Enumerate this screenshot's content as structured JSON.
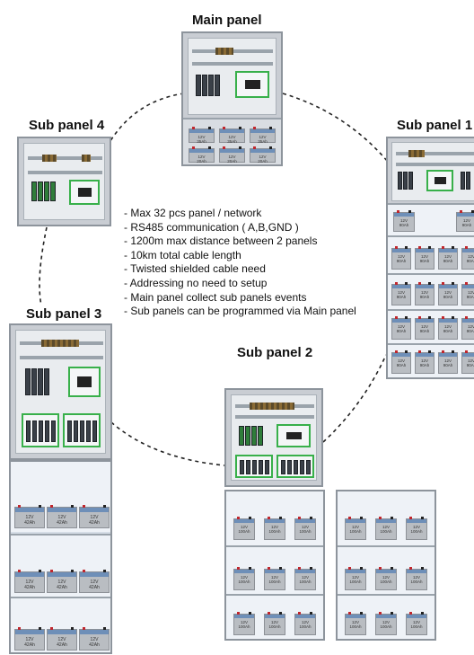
{
  "titles": {
    "main": "Main panel",
    "sub1": "Sub panel 1",
    "sub2": "Sub panel 2",
    "sub3": "Sub panel 3",
    "sub4": "Sub panel 4"
  },
  "features": [
    "- Max 32 pcs panel / network",
    "- RS485 communication ( A,B,GND )",
    "- 1200m max distance between 2 panels",
    "- 10km total cable length",
    "- Twisted shielded cable need",
    "- Addressing no need to setup",
    "- Main panel collect sub panels events",
    "- Sub panels can be programmed via Main panel"
  ],
  "batteries": {
    "main_top": [
      "12V\n35Ah",
      "12V\n35Ah",
      "12V\n35Ah"
    ],
    "main_bottom": [
      "12V\n20Ah",
      "12V\n20Ah",
      "12V\n20Ah"
    ],
    "sub3": [
      "12V\n42Ah",
      "12V\n42Ah",
      "12V\n42Ah"
    ],
    "sub2": [
      "12V\n100Ah",
      "12V\n100Ah",
      "12V\n100Ah"
    ],
    "sub1": "12V\n90Ah"
  },
  "colors": {
    "ring": "#222222",
    "module_border": "#38b04a",
    "battery_top": "#6e8fb8"
  }
}
